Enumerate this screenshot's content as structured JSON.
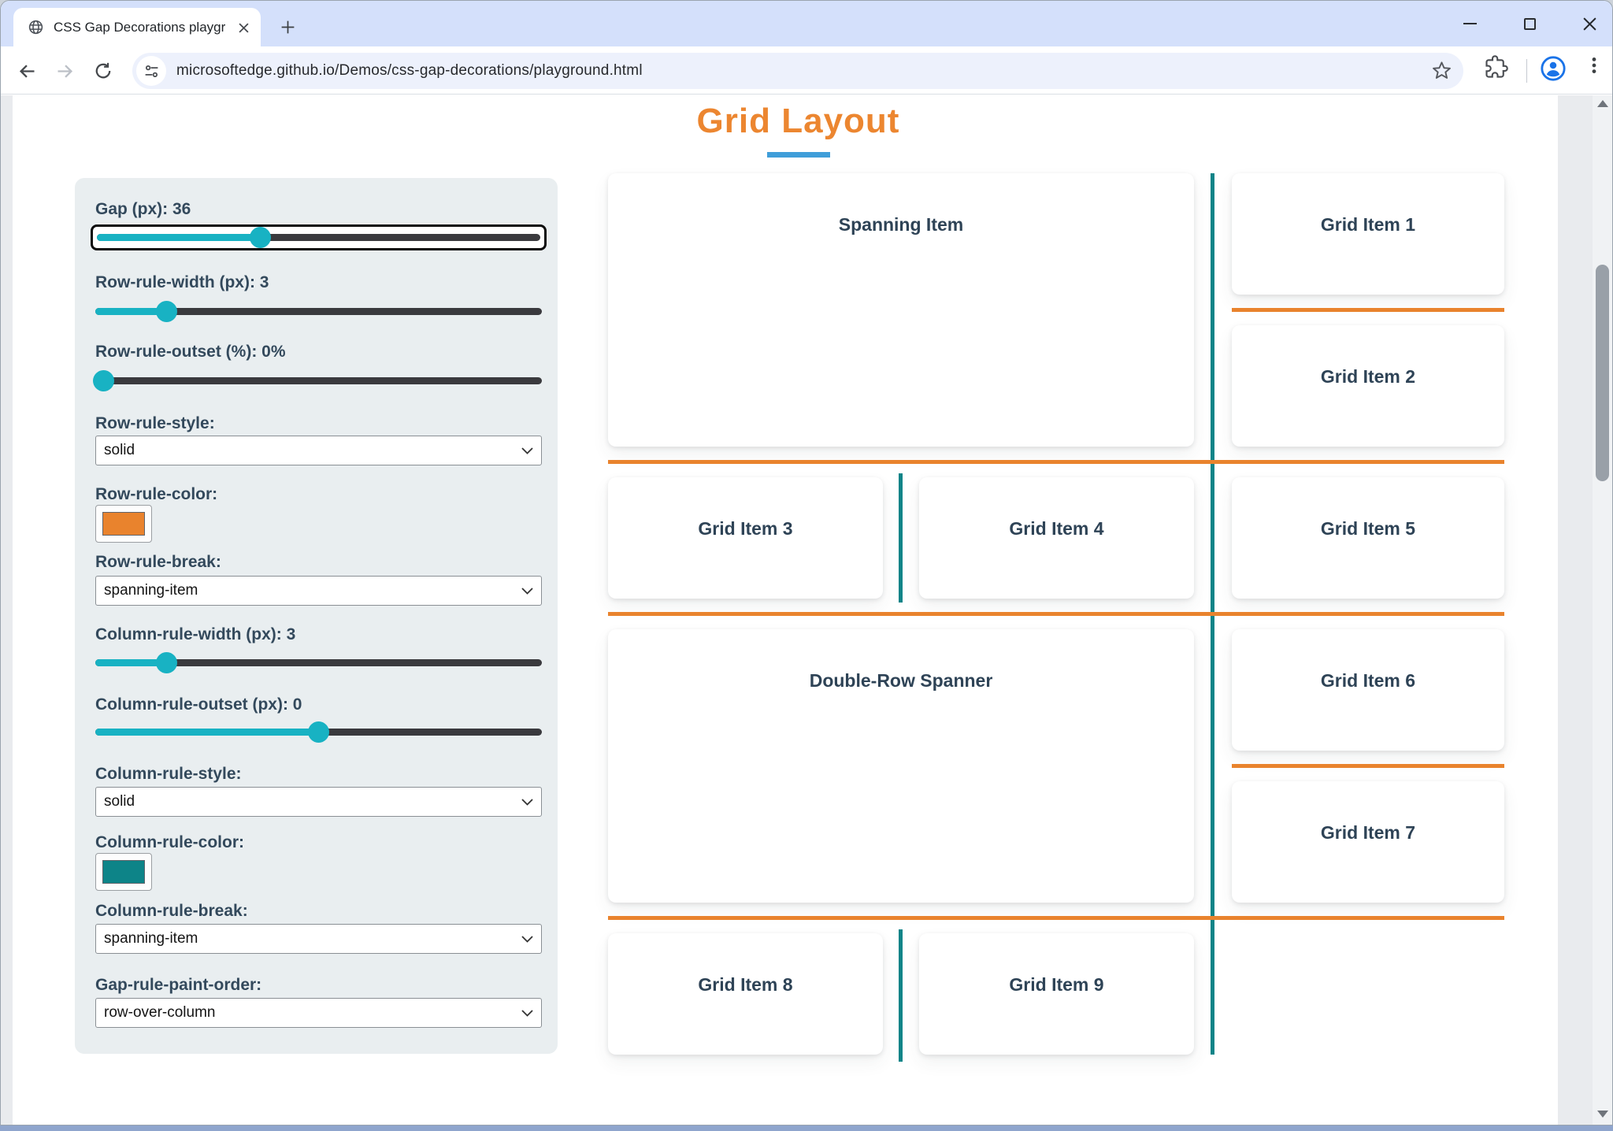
{
  "browser": {
    "tab": {
      "title": "CSS Gap Decorations playgroun"
    },
    "url": "microsoftedge.github.io/Demos/css-gap-decorations/playground.html"
  },
  "page": {
    "title": "Grid Layout",
    "title_color": "#ec8630",
    "underline_color": "#3f9ed9",
    "controls": {
      "gap": {
        "label": "Gap (px): 36",
        "percent": 37
      },
      "row_rule_width": {
        "label": "Row-rule-width (px): 3",
        "percent": 16
      },
      "row_rule_outset": {
        "label": "Row-rule-outset (%): 0%",
        "percent": 2
      },
      "row_rule_style": {
        "label": "Row-rule-style:",
        "value": "solid"
      },
      "row_rule_color": {
        "label": "Row-rule-color:",
        "color": "#e9832d"
      },
      "row_rule_break": {
        "label": "Row-rule-break:",
        "value": "spanning-item"
      },
      "column_rule_width": {
        "label": "Column-rule-width (px): 3",
        "percent": 16
      },
      "column_rule_outset": {
        "label": "Column-rule-outset (px): 0",
        "percent": 50
      },
      "column_rule_style": {
        "label": "Column-rule-style:",
        "value": "solid"
      },
      "column_rule_color": {
        "label": "Column-rule-color:",
        "color": "#0d8488"
      },
      "column_rule_break": {
        "label": "Column-rule-break:",
        "value": "spanning-item"
      },
      "gap_rule_paint_order": {
        "label": "Gap-rule-paint-order:",
        "value": "row-over-column"
      }
    },
    "grid": {
      "row_rule_color": "#e9832d",
      "column_rule_color": "#0d8488",
      "items": [
        {
          "label": "Spanning Item"
        },
        {
          "label": "Grid Item 1"
        },
        {
          "label": "Grid Item 2"
        },
        {
          "label": "Grid Item 3"
        },
        {
          "label": "Grid Item 4"
        },
        {
          "label": "Grid Item 5"
        },
        {
          "label": "Double-Row Spanner"
        },
        {
          "label": "Grid Item 6"
        },
        {
          "label": "Grid Item 7"
        },
        {
          "label": "Grid Item 8"
        },
        {
          "label": "Grid Item 9"
        }
      ]
    }
  }
}
